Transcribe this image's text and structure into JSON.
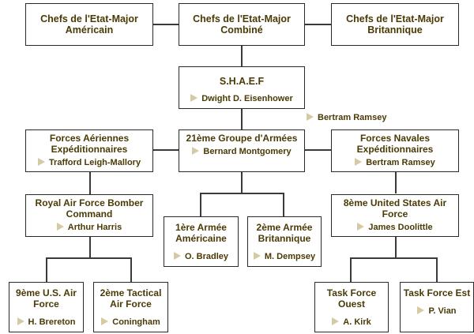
{
  "top": {
    "us_chiefs": "Chefs de l'Etat-Major Américain",
    "combined_chiefs": "Chefs de l'Etat-Major Combiné",
    "uk_chiefs": "Chefs de l'Etat-Major Britannique"
  },
  "shaef": {
    "title": "S.H.A.E.F",
    "person": "Dwight D. Eisenhower"
  },
  "shaef_naval_note": "Bertram Ramsey",
  "level2": {
    "air": {
      "title": "Forces Aériennes Expéditionnaires",
      "person": "Trafford Leigh-Mallory"
    },
    "army_group": {
      "title": "21ème Groupe d'Armées",
      "person": "Bernard Montgomery"
    },
    "naval": {
      "title": "Forces Navales Expéditionnaires",
      "person": "Bertram Ramsey"
    }
  },
  "level3": {
    "raf_bomber": {
      "title": "Royal Air Force Bomber Command",
      "person": "Arthur Harris"
    },
    "us_1st_army": {
      "title": "1ère Armée Américaine",
      "person": "O. Bradley"
    },
    "uk_2nd_army": {
      "title": "2ème Armée Britannique",
      "person": "M. Dempsey"
    },
    "usaf_8th": {
      "title": "8ème United States Air Force",
      "person": "James Doolittle"
    }
  },
  "level4": {
    "usaf_9th": {
      "title": "9ème U.S. Air Force",
      "person": "H. Brereton"
    },
    "tactical_2nd": {
      "title": "2ème Tactical Air Force",
      "person": "Coningham"
    },
    "tf_west": {
      "title": "Task Force Ouest",
      "person": "A. Kirk"
    },
    "tf_east": {
      "title": "Task Force Est",
      "person": "P. Vian"
    }
  }
}
